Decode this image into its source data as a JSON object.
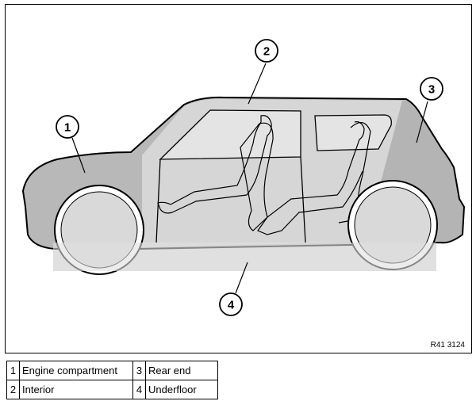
{
  "figure": {
    "reference_code": "R41 3124",
    "callouts": [
      {
        "number": "1",
        "label": "Engine compartment"
      },
      {
        "number": "2",
        "label": "Interior"
      },
      {
        "number": "3",
        "label": "Rear end"
      },
      {
        "number": "4",
        "label": "Underfloor"
      }
    ]
  },
  "colors": {
    "zone_dark": "#b4b4b4",
    "zone_light": "#d9d9d9",
    "zone_lighter": "#e3e3e3",
    "outline": "#000000"
  }
}
